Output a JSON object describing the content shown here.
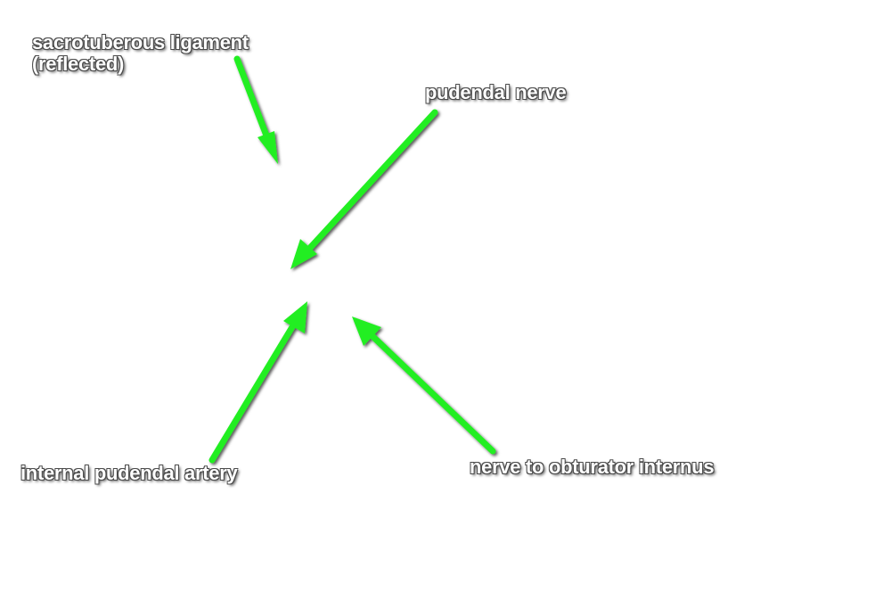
{
  "labels": {
    "sacrotuberous_line1": "sacrotuberous ligament",
    "sacrotuberous_line2": "(reflected)",
    "pudendal_nerve": "pudendal nerve",
    "internal_pudendal_artery": "internal pudendal artery",
    "nerve_to_obturator_internus": "nerve to obturator internus"
  },
  "colors": {
    "arrow_fill": "#22ee22",
    "arrow_shadow": "#000000",
    "background": "#ffffff",
    "label_text": "#ffffff"
  }
}
